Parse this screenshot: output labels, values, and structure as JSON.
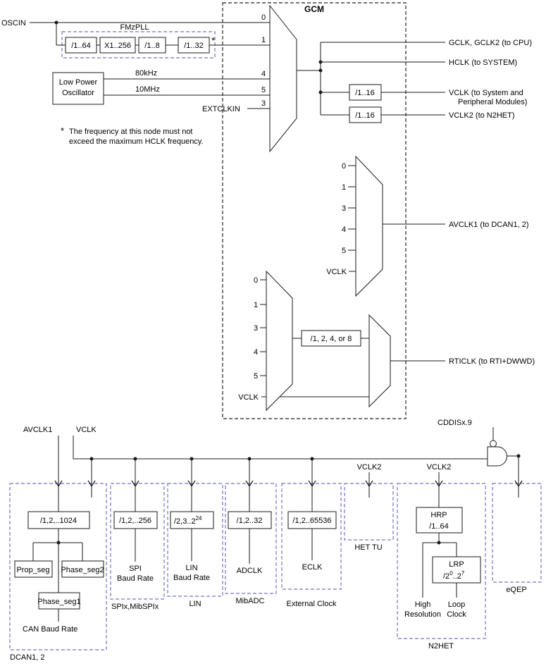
{
  "colors": {
    "wire": "#1a1a1a",
    "dashed_peripheral_box": "#7575c5",
    "dashed_gcm_box": "#222222",
    "background": "#ffffff"
  },
  "top": {
    "oscin": "OSCIN",
    "pll": {
      "label": "FMzPLL",
      "stages": [
        "/1..64",
        "X1..256",
        "/1..8",
        "/1..32"
      ],
      "star": "*"
    },
    "lpo": {
      "line1": "Low Power",
      "line2": "Oscillator",
      "freq_high": "80kHz",
      "freq_low": "10MHz"
    },
    "extclkin": "EXTCLKIN",
    "note": {
      "star": "*",
      "line1": "The frequency at this node must not",
      "line2": "exceed the maximum HCLK frequency."
    }
  },
  "gcm": {
    "title": "GCM",
    "source_mux_inputs": [
      "0",
      "1",
      "4",
      "5",
      "3"
    ],
    "out_gclk": "GCLK, GCLK2 (to CPU)",
    "out_hclk": "HCLK (to SYSTEM)",
    "vclk_divider": "/1..16",
    "vclk2_divider": "/1..16",
    "out_vclk_line1": "VCLK (to System and",
    "out_vclk_line2": "Peripheral Modules)",
    "out_vclk2": "VCLK2 (to N2HET)",
    "avclk_mux_inputs": [
      "0",
      "1",
      "3",
      "4",
      "5",
      "VCLK"
    ],
    "out_avclk1": "AVCLK1 (to DCAN1, 2)",
    "rti_mux_inputs": [
      "0",
      "1",
      "3",
      "4",
      "5",
      "VCLK"
    ],
    "rti_divider": "/1, 2, 4, or 8",
    "out_rticlk": "RTICLK (to RTI+DWWD)"
  },
  "peripherals": {
    "avclk1": "AVCLK1",
    "vclk": "VCLK",
    "cddis": "CDDISx.9",
    "dcan": {
      "divider": "/1,2,..1024",
      "prop_seg": "Prop_seg",
      "phase_seg2": "Phase_seg2",
      "phase_seg1": "Phase_seg1",
      "output": "CAN Baud Rate",
      "name": "DCAN1, 2"
    },
    "spi": {
      "divider": "/1,2,..256",
      "out1": "SPI",
      "out2": "Baud Rate",
      "name": "SPIx,MibSPIx"
    },
    "lin": {
      "div_base": "/2,3..2",
      "div_sup": "24",
      "out1": "LIN",
      "out2": "Baud Rate",
      "name": "LIN"
    },
    "adc": {
      "divider": "/1,2..32",
      "output": "ADCLK",
      "name": "MibADC"
    },
    "eclk": {
      "divider": "/1,2..65536",
      "output": "ECLK",
      "name": "External Clock"
    },
    "hettu": {
      "clock": "VCLK2",
      "name": "HET TU"
    },
    "n2het": {
      "clock": "VCLK2",
      "hrp1": "HRP",
      "hrp2": "/1..64",
      "lrp1": "LRP",
      "lrp_base": "/2",
      "lrp_sup1": "0",
      "lrp_mid": "..2",
      "lrp_sup2": "7",
      "out_left1": "High",
      "out_left2": "Resolution",
      "out_right1": "Loop",
      "out_right2": "Clock",
      "name": "N2HET"
    },
    "eqep": {
      "name": "eQEP"
    }
  }
}
